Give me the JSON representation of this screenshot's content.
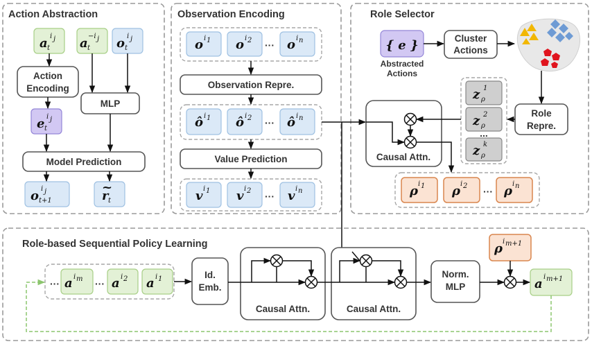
{
  "panels": {
    "action_abstraction": "Action Abstraction",
    "observation_encoding": "Observation Encoding",
    "role_selector": "Role Selector",
    "policy_learning": "Role-based Sequential Policy Learning"
  },
  "action_abstraction": {
    "action_encoding_line1": "Action",
    "action_encoding_line2": "Encoding",
    "mlp": "MLP",
    "model_prediction": "Model Prediction"
  },
  "observation_encoding": {
    "observation_repre": "Observation Repre.",
    "value_prediction": "Value Prediction",
    "ellipsis": "···"
  },
  "role_selector": {
    "abstracted_line1": "Abstracted",
    "abstracted_line2": "Actions",
    "cluster_line1": "Cluster",
    "cluster_line2": "Actions",
    "role_repre_line1": "Role",
    "role_repre_line2": "Repre.",
    "causal_attn": "Causal Attn.",
    "z_ellipsis": "...",
    "rho_ellipsis": "···"
  },
  "policy": {
    "id_emb_line1": "Id.",
    "id_emb_line2": "Emb.",
    "causal_attn_1": "Causal Attn.",
    "causal_attn_2": "Causal Attn.",
    "norm_mlp_line1": "Norm.",
    "norm_mlp_line2": "MLP",
    "ellipsis_left": "···",
    "ellipsis_mid": "···"
  },
  "colors": {
    "action_green": "#e3f1d6",
    "observation_blue": "#dbe9f7",
    "embedding_purple": "#d2c8f3",
    "role_gray": "#cfcfcf",
    "role_orange": "#fbe3d3",
    "cluster_yellow": "#f2b700",
    "cluster_blue": "#6e9bd4",
    "cluster_red": "#e0141e"
  }
}
